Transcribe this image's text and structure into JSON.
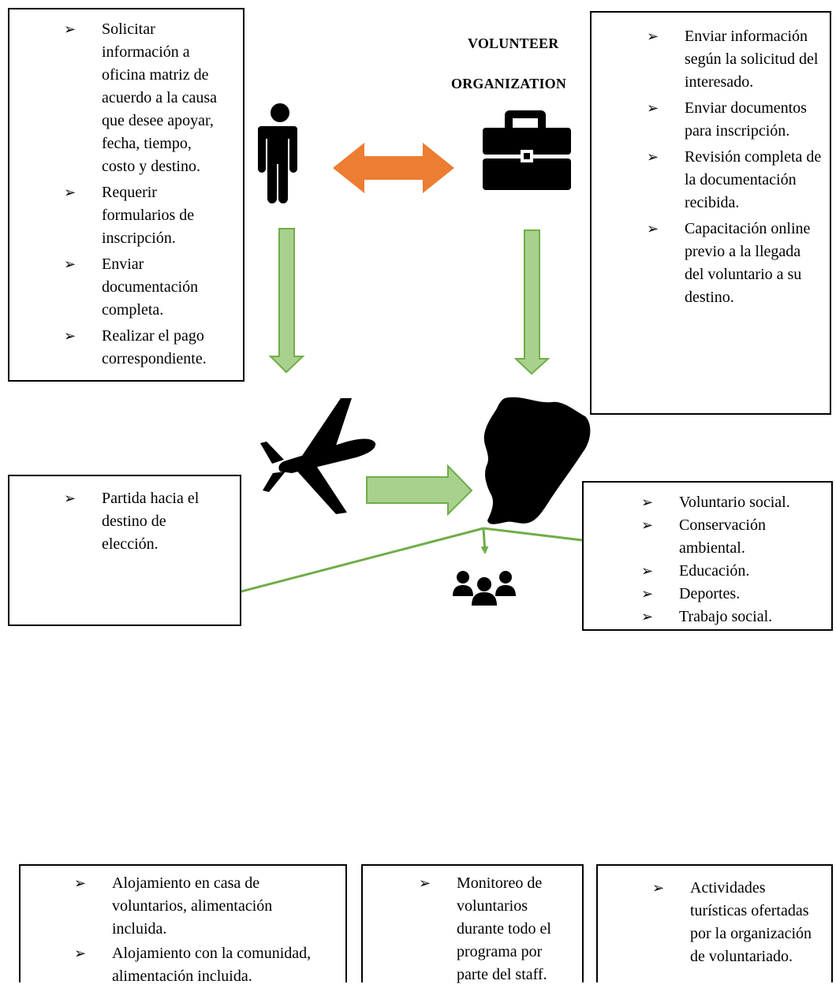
{
  "header": {
    "title_line1": "VOLUNTEER",
    "title_line2": "ORGANIZATION"
  },
  "bullet_glyph": "➢",
  "boxes": {
    "volunteer_steps": {
      "items": [
        "Solicitar información a oficina matriz de acuerdo a la causa que desee apoyar, fecha, tiempo, costo y destino.",
        "Requerir formularios de inscripción.",
        "Enviar documentación completa.",
        "Realizar el pago correspondiente."
      ]
    },
    "organization_steps": {
      "items": [
        "Enviar información según la solicitud del interesado.",
        "Enviar documentos para inscripción.",
        "Revisión completa de la documentación recibida.",
        "Capacitación online previo a la llegada del voluntario a su destino."
      ]
    },
    "departure": {
      "items": [
        "Partida hacia el destino de elección."
      ]
    },
    "program_types": {
      "items": [
        "Voluntario social.",
        "Conservación ambiental.",
        "Educación.",
        "Deportes.",
        "Trabajo social."
      ]
    },
    "accommodation": {
      "items": [
        "Alojamiento en casa de voluntarios, alimentación incluida.",
        "Alojamiento con la comunidad, alimentación incluida."
      ]
    },
    "monitoring": {
      "items": [
        "Monitoreo de voluntarios durante todo el programa por parte del staff."
      ]
    },
    "activities": {
      "items": [
        "Actividades turísticas ofertadas por la organización de voluntariado."
      ]
    }
  },
  "icons": {
    "volunteer": "person-icon",
    "organization": "briefcase-icon",
    "travel": "airplane-icon",
    "destination": "ecuador-map-icon",
    "lodging": "house-icon",
    "staff": "group-icon",
    "tourism": "mountain-balloon-icon"
  },
  "colors": {
    "exchange_arrow": "#ED7D31",
    "flow_arrow_fill": "#A9D18E",
    "flow_arrow_stroke": "#70AD47",
    "branch_line": "#70AD47"
  }
}
